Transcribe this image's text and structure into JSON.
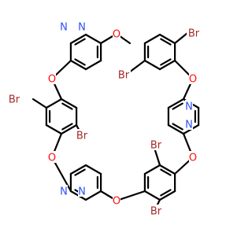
{
  "colors": {
    "background": "#ffffff",
    "bond": "#000000",
    "oxygen": "#ff0d0d",
    "nitrogen": "#3050f8",
    "bromine": "#a62929"
  },
  "atom_labels": {
    "oxygen": "O",
    "nitrogen": "N",
    "bromine": "Br"
  }
}
